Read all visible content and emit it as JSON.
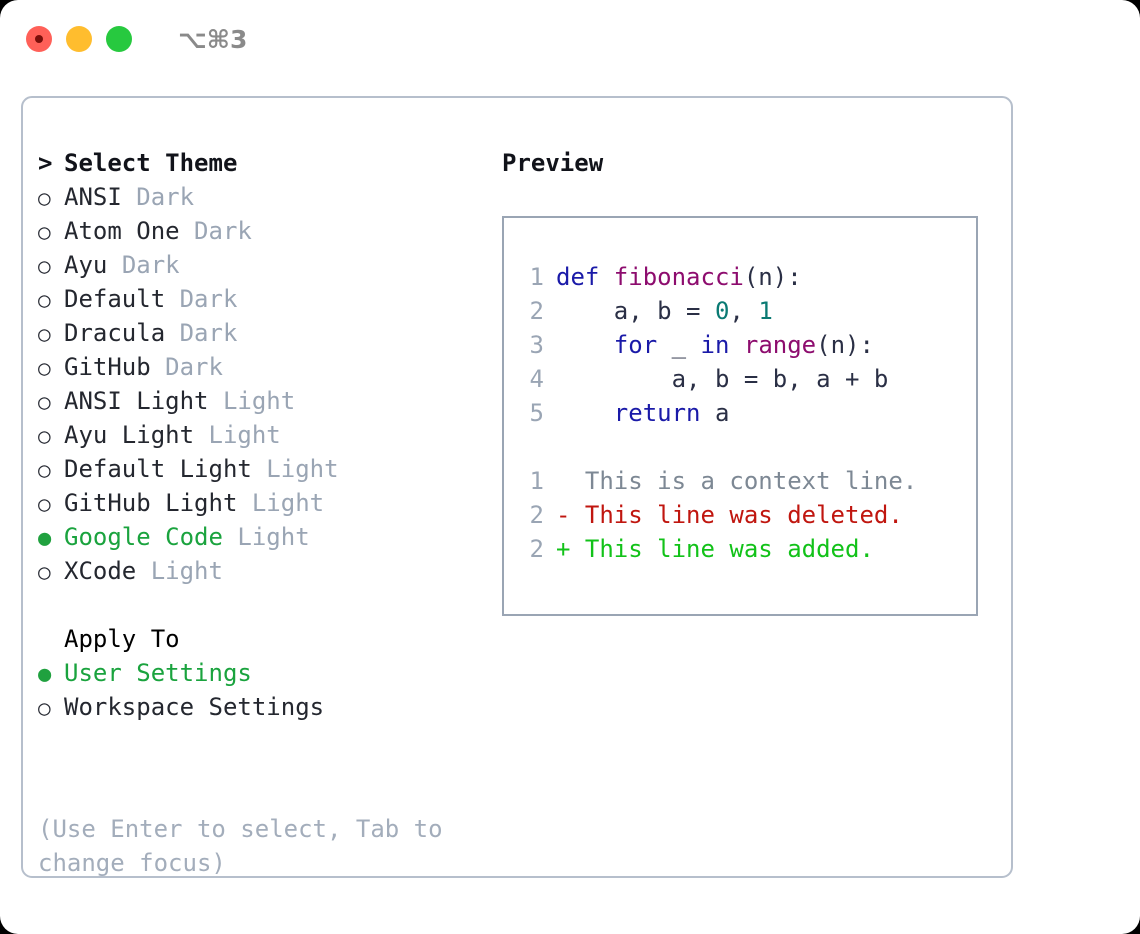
{
  "window": {
    "shortcut_label": "⌥⌘3",
    "traffic_lights": [
      "close",
      "minimize",
      "maximize"
    ]
  },
  "left_panel": {
    "theme_section": {
      "caret": ">",
      "title": "Select Theme",
      "items": [
        {
          "bullet": "○",
          "name": "ANSI",
          "variant": "Dark",
          "selected": false
        },
        {
          "bullet": "○",
          "name": "Atom One",
          "variant": "Dark",
          "selected": false
        },
        {
          "bullet": "○",
          "name": "Ayu",
          "variant": "Dark",
          "selected": false
        },
        {
          "bullet": "○",
          "name": "Default",
          "variant": "Dark",
          "selected": false
        },
        {
          "bullet": "○",
          "name": "Dracula",
          "variant": "Dark",
          "selected": false
        },
        {
          "bullet": "○",
          "name": "GitHub",
          "variant": "Dark",
          "selected": false
        },
        {
          "bullet": "○",
          "name": "ANSI Light",
          "variant": "Light",
          "selected": false
        },
        {
          "bullet": "○",
          "name": "Ayu Light",
          "variant": "Light",
          "selected": false
        },
        {
          "bullet": "○",
          "name": "Default Light",
          "variant": "Light",
          "selected": false
        },
        {
          "bullet": "○",
          "name": "GitHub Light",
          "variant": "Light",
          "selected": false
        },
        {
          "bullet": "●",
          "name": "Google Code",
          "variant": "Light",
          "selected": true
        },
        {
          "bullet": "○",
          "name": "XCode",
          "variant": "Light",
          "selected": false
        }
      ]
    },
    "apply_section": {
      "title": "Apply To",
      "items": [
        {
          "bullet": "●",
          "name": "User Settings",
          "selected": true
        },
        {
          "bullet": "○",
          "name": "Workspace Settings",
          "selected": false
        }
      ]
    },
    "hint": "(Use Enter to select, Tab to change focus)"
  },
  "right_panel": {
    "title": "Preview",
    "code_lines": [
      {
        "num": "1",
        "tokens": [
          {
            "t": "def ",
            "k": "kw"
          },
          {
            "t": "fibonacci",
            "k": "fn"
          },
          {
            "t": "(n):",
            "k": "txt"
          }
        ]
      },
      {
        "num": "2",
        "tokens": [
          {
            "t": "    a, b = ",
            "k": "txt"
          },
          {
            "t": "0",
            "k": "num"
          },
          {
            "t": ", ",
            "k": "txt"
          },
          {
            "t": "1",
            "k": "num"
          }
        ]
      },
      {
        "num": "3",
        "tokens": [
          {
            "t": "    ",
            "k": "txt"
          },
          {
            "t": "for",
            "k": "kw"
          },
          {
            "t": " _ ",
            "k": "txt"
          },
          {
            "t": "in",
            "k": "kw"
          },
          {
            "t": " ",
            "k": "txt"
          },
          {
            "t": "range",
            "k": "fn"
          },
          {
            "t": "(n):",
            "k": "txt"
          }
        ]
      },
      {
        "num": "4",
        "tokens": [
          {
            "t": "        a, b = b, a + b",
            "k": "txt"
          }
        ]
      },
      {
        "num": "5",
        "tokens": [
          {
            "t": "    ",
            "k": "txt"
          },
          {
            "t": "return",
            "k": "kw"
          },
          {
            "t": " a",
            "k": "txt"
          }
        ]
      }
    ],
    "diff_lines": [
      {
        "num": "1",
        "marker": " ",
        "text": " This is a context line.",
        "kind": "ctx"
      },
      {
        "num": "2",
        "marker": "-",
        "text": " This line was deleted.",
        "kind": "del"
      },
      {
        "num": "2",
        "marker": "+",
        "text": " This line was added.",
        "kind": "add"
      }
    ]
  },
  "colors": {
    "accent_green": "#1aa33e",
    "muted": "#9aa5b4",
    "keyword": "#1a1aa8",
    "function": "#8d0c6e",
    "number": "#0a7a73",
    "diff_added": "#12c219",
    "diff_deleted": "#c0160f",
    "border": "#b6bfcc"
  }
}
